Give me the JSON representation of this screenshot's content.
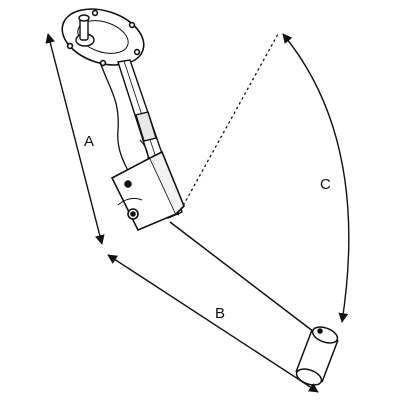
{
  "diagram": {
    "dimensions": [
      {
        "id": "A",
        "label": "A"
      },
      {
        "id": "B",
        "label": "B"
      },
      {
        "id": "C",
        "label": "C"
      }
    ]
  },
  "colors": {
    "line": "#111111",
    "fill": "#ffffff"
  }
}
